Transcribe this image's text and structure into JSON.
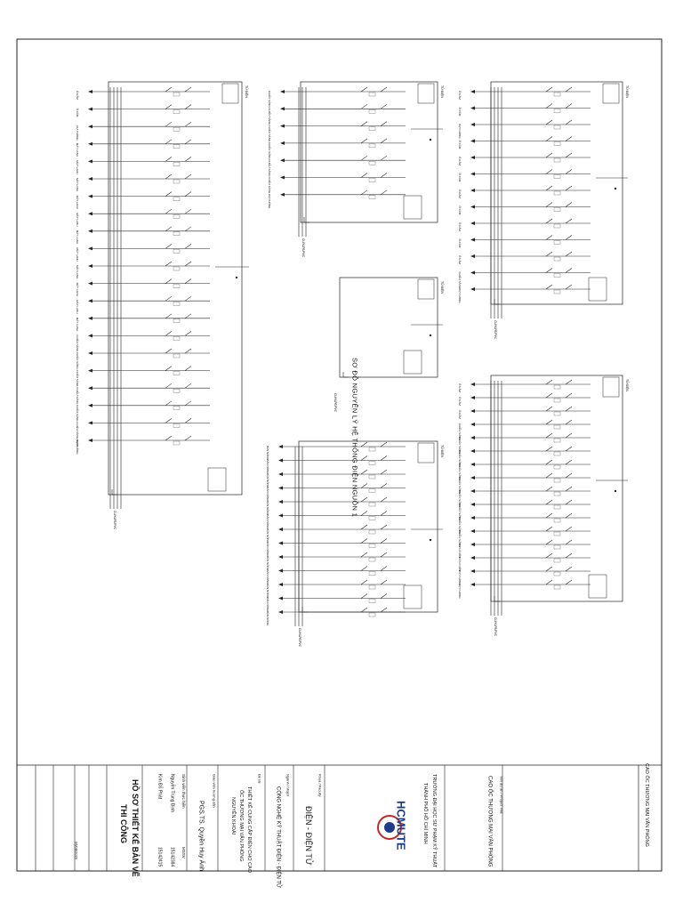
{
  "sheet": {
    "title": "SƠ ĐỒ NGUYÊN LÝ HỆ THỐNG ĐIỆN NGUỒN 1"
  },
  "panels": [
    {
      "name": "panel-a",
      "outputs": [
        "Ổ CẮM",
        "Ổ CẮM",
        "DỰ PHÒNG",
        "MÁY LẠNH",
        "MÁY LẠNH",
        "MÁY LẠNH",
        "MÁY LẠNH",
        "MÁY LẠNH",
        "MÁY LẠNH",
        "MÁY LẠNH",
        "MÁY LẠNH",
        "MÁY LẠNH",
        "MÁY LẠNH",
        "MÁY LẠNH",
        "CHIẾU SÁNG",
        "CHIẾU SÁNG",
        "CHIẾU SÁNG",
        "CHIẾU SÁNG",
        "CHIẾU SÁNG",
        "CHIẾU SÁNG KHẨN",
        "DỰ PHÒNG"
      ],
      "incomer": "CU/XLPE/PVC",
      "board_label": "TỦ ĐIỆN"
    },
    {
      "name": "panel-b",
      "outputs": [
        "CHIẾU SÁNG",
        "CHIẾU SÁNG",
        "CHIẾU SÁNG",
        "CHIẾU SÁNG",
        "CHIẾU SÁNG",
        "CHIẾU SÁNG",
        "DỰ PHÒNG"
      ],
      "incomer": "CU/XLPE/PVC",
      "board_label": "TỦ ĐIỆN"
    },
    {
      "name": "panel-c",
      "outputs": [
        "Ổ CẮM",
        "Ổ CẮM",
        "DỰ PHÒNG",
        "Ổ CẮM",
        "Ổ CẮM",
        "Ổ CẮM",
        "Ổ CẮM",
        "Ổ CẮM",
        "Ổ CẮM",
        "Ổ CẮM",
        "Ổ CẮM",
        "CHIẾU SÁNG",
        "DỰ PHÒNG"
      ],
      "incomer": "CU/XLPE/PVC",
      "board_label": "TỦ ĐIỆN"
    },
    {
      "name": "panel-d",
      "outputs": [],
      "incomer": "CU/XLPE/PVC",
      "board_label": "TỦ ĐIỆN"
    },
    {
      "name": "panel-e",
      "outputs": [
        "BÀN NÓNG",
        "BÀN NÓNG",
        "BÀN NÓNG",
        "BÀN NÓNG",
        "BÀN NÓNG",
        "BÀN NÓNG",
        "BÀN NÓNG",
        "BÀN NÓNG",
        "BÀN NÓNG",
        "BÀN NÓNG",
        "BÀN NÓNG",
        "BÀN NÓNG",
        "BÀN NÓNG"
      ],
      "incomer": "CU/XLPE/PVC",
      "board_label": "TỦ ĐIỆN"
    },
    {
      "name": "panel-f",
      "outputs": [
        "Ổ CẮM",
        "Ổ CẮM",
        "Ổ CẮM",
        "CHIẾU SÁNG",
        "CHIẾU SÁNG",
        "CHIẾU SÁNG",
        "CHIẾU SÁNG",
        "CHIẾU SÁNG",
        "CHIẾU SÁNG",
        "CHIẾU SÁNG",
        "CHIẾU SÁNG",
        "CHIẾU SÁNG",
        "CỬA CUỐN",
        "CỬA CUỐN",
        "DỰ PHÒNG",
        "DỰ PHÒNG"
      ],
      "incomer": "CU/XLPE/PVC",
      "board_label": "TỦ ĐIỆN"
    }
  ],
  "title_block": {
    "project_name_label": "Tên dự án / Project Title",
    "project_name": "CAO ỐC THƯƠNG MẠI VĂN PHÒNG",
    "header_project": "CAO ỐC THƯƠNG MẠI VĂN PHÒNG",
    "logo_text": "HCMUTE",
    "university_line1": "TRƯỜNG ĐẠI HỌC SƯ PHẠM KỸ THUẬT",
    "university_line2": "THÀNH PHỐ HỒ CHÍ MINH",
    "faculty_label": "Khoa / Faculty",
    "faculty": "ĐIỆN - ĐIỆN TỬ",
    "major_label": "Ngành / Major",
    "major": "CÔNG NGHỆ KỸ THUẬT ĐIỆN - ĐIỆN TỬ",
    "thesis_label": "Đề tài",
    "thesis_line1": "THIẾT KẾ CUNG CẤP ĐIỆN CHO CAO",
    "thesis_line2": "ỐC THƯƠNG MẠI VĂN PHÒNG",
    "thesis_line3": "NGUYỄN KHOÁI",
    "advisor_label": "Giáo viên hướng dẫn",
    "advisor": "PGS.TS. Quyền Huy Ánh",
    "students_label": "Sinh viên thực hiện",
    "student1": "Nguyễn Trung Định",
    "student1_id": "15142384",
    "student2": "Kim Đỗ Phát",
    "student2_id": "15142415",
    "mssv_label": "MSSV",
    "doc_title_line1": "HỒ SƠ THIẾT KẾ BẢN VẼ",
    "doc_title_line2": "THI CÔNG",
    "date": "06/08/2020"
  }
}
